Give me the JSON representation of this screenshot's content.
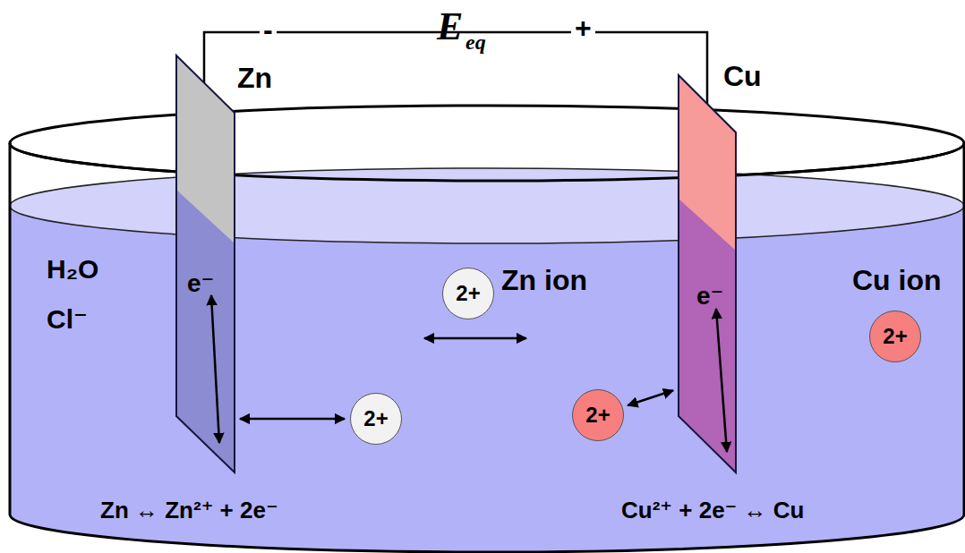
{
  "diagram": {
    "nodes": [
      {
        "text": [
          "Zn",
          "e⁻"
        ]
      },
      {
        "text": [
          "Cu",
          "e⁻"
        ]
      },
      {
        "text": [
          "2+"
        ]
      },
      {
        "text": [
          "2+"
        ]
      },
      {
        "text": [
          "2+"
        ]
      },
      {
        "text": [
          "2+"
        ]
      }
    ],
    "edges": [
      {
        "from": 0,
        "to": 3,
        "arrow": "both"
      },
      {
        "from": 4,
        "to": 1,
        "arrow": "both"
      }
    ],
    "labels": [
      "-",
      "E",
      "eq",
      "+",
      "H₂O",
      "Cl⁻",
      "Zn ion",
      "Cu ion",
      "Zn ↔ Zn²⁺ + 2e⁻",
      "Cu²⁺ + 2e⁻ ↔ Cu"
    ]
  }
}
